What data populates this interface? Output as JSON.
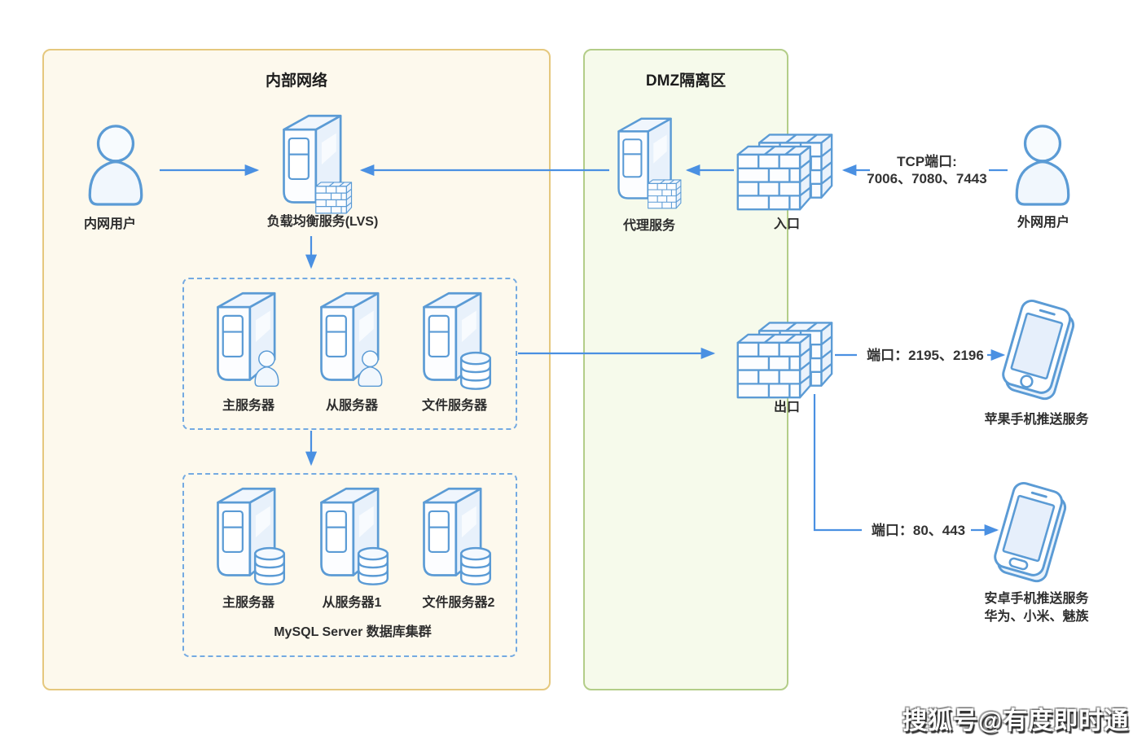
{
  "zones": {
    "internal": {
      "title": "内部网络"
    },
    "dmz": {
      "title": "DMZ隔离区"
    }
  },
  "nodes": {
    "intranet_user": {
      "label": "内网用户"
    },
    "lvs": {
      "label": "负载均衡服务(LVS)"
    },
    "proxy": {
      "label": "代理服务"
    },
    "inbound_firewall": {
      "label": "入口"
    },
    "extranet_user": {
      "label": "外网用户"
    },
    "outbound_firewall": {
      "label": "出口"
    },
    "app_cluster": {
      "servers": [
        {
          "label": "主服务器"
        },
        {
          "label": "从服务器"
        },
        {
          "label": "文件服务器"
        }
      ]
    },
    "mysql_cluster": {
      "servers": [
        {
          "label": "主服务器"
        },
        {
          "label": "从服务器1"
        },
        {
          "label": "文件服务器2"
        }
      ],
      "caption": "MySQL Server 数据库集群"
    },
    "apple_push": {
      "label": "苹果手机推送服务"
    },
    "android_push": {
      "label": "安卓手机推送服务",
      "sublabel": "华为、小米、魅族"
    }
  },
  "edge_labels": {
    "tcp_ports": {
      "line1": "TCP端口:",
      "line2": "7006、7080、7443"
    },
    "apple_ports": "端口：2195、2196",
    "android_ports": "端口：80、443"
  },
  "watermark": {
    "text": "搜狐号@有度即时通"
  },
  "colors": {
    "connector_blue": "#4a90e2",
    "icon_blue": "#5b9bd5",
    "internal_zone_bg": "#fdf9ed",
    "internal_zone_border": "#e5c87e",
    "dmz_zone_bg": "#f6faeb",
    "dmz_zone_border": "#b3cd88",
    "cluster_box_border": "#74aae2",
    "label_text": "#2d2d2d"
  }
}
